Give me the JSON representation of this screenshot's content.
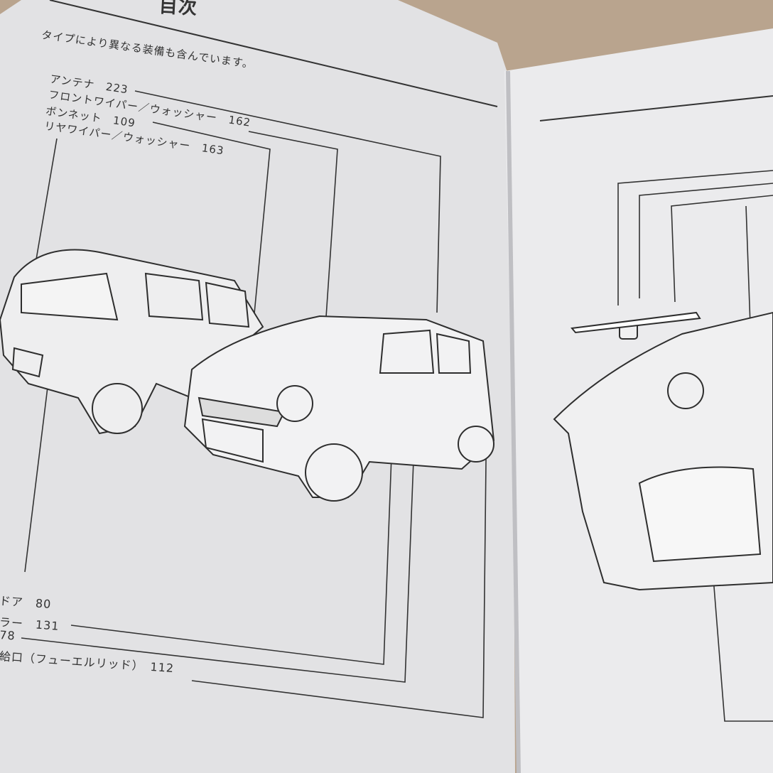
{
  "page": {
    "title": "目次",
    "note": "タイプにより異なる装備も含んでいます。",
    "labels_top": [
      {
        "text": "アンテナ",
        "page": "223"
      },
      {
        "text": "フロントワイパー／ウォッシャー",
        "page": "162"
      },
      {
        "text": "ボンネット",
        "page": "109"
      },
      {
        "text": "リヤワイパー／ウォッシャー",
        "page": "163"
      }
    ],
    "labels_bottom": [
      {
        "text": "ドア",
        "page": "80"
      },
      {
        "text": "ラー",
        "page": "131"
      },
      {
        "text": "",
        "page": "78"
      },
      {
        "text": "給口（フューエルリッド）",
        "page": "112"
      }
    ]
  },
  "colors": {
    "paper": "#e4e4e6",
    "background": "#b9a48e",
    "ink": "#2e2e2e"
  }
}
